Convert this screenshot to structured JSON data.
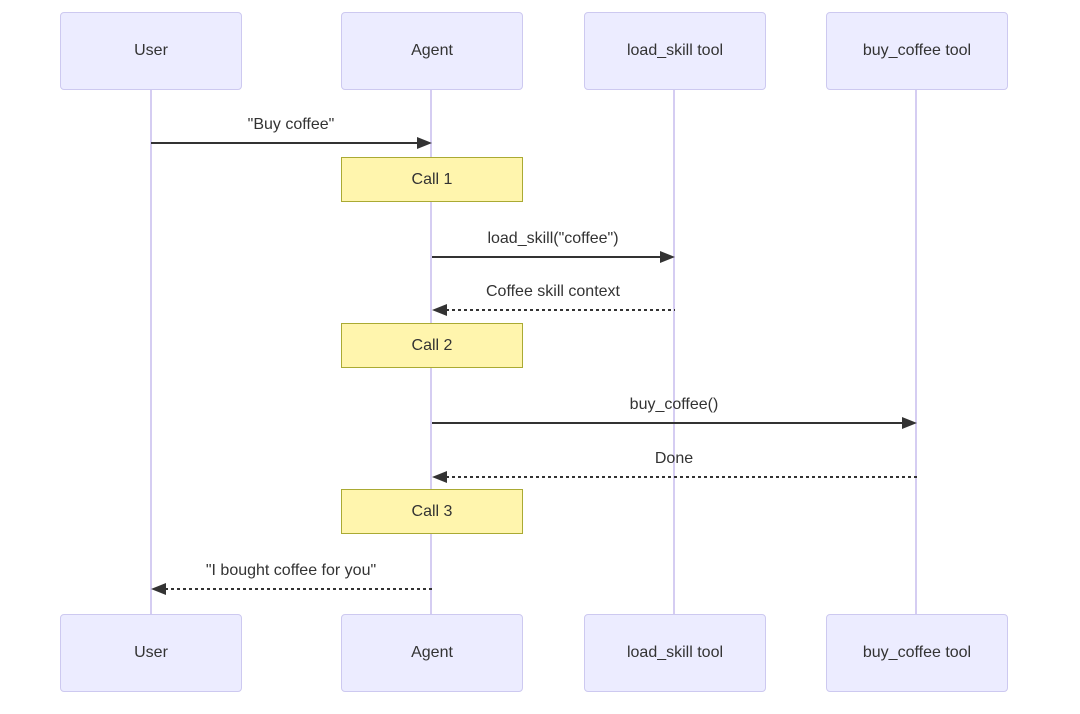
{
  "diagram": {
    "kind": "sequence-diagram",
    "participants": [
      {
        "id": "user",
        "label": "User"
      },
      {
        "id": "agent",
        "label": "Agent"
      },
      {
        "id": "load_skill",
        "label": "load_skill tool"
      },
      {
        "id": "buy_coffee",
        "label": "buy_coffee tool"
      }
    ],
    "messages": [
      {
        "from": "User",
        "to": "Agent",
        "label": "\"Buy coffee\"",
        "style": "solid"
      },
      {
        "from": "Agent",
        "to": "load_skill tool",
        "label": "load_skill(\"coffee\")",
        "style": "solid"
      },
      {
        "from": "load_skill tool",
        "to": "Agent",
        "label": "Coffee skill context",
        "style": "dashed"
      },
      {
        "from": "Agent",
        "to": "buy_coffee tool",
        "label": "buy_coffee()",
        "style": "solid"
      },
      {
        "from": "buy_coffee tool",
        "to": "Agent",
        "label": "Done",
        "style": "dashed"
      },
      {
        "from": "Agent",
        "to": "User",
        "label": "\"I bought coffee for you\"",
        "style": "dashed"
      }
    ],
    "notes": [
      {
        "over": "Agent",
        "label": "Call 1"
      },
      {
        "over": "Agent",
        "label": "Call 2"
      },
      {
        "over": "Agent",
        "label": "Call 3"
      }
    ],
    "colors": {
      "actor_fill": "#ECECFF",
      "actor_border": "#CDC9F0",
      "lifeline": "#D5CDF2",
      "note_fill": "#FFF5AD",
      "note_border": "#AAAA33",
      "arrow": "#333333",
      "text": "#333333",
      "background": "#FFFFFF"
    }
  }
}
